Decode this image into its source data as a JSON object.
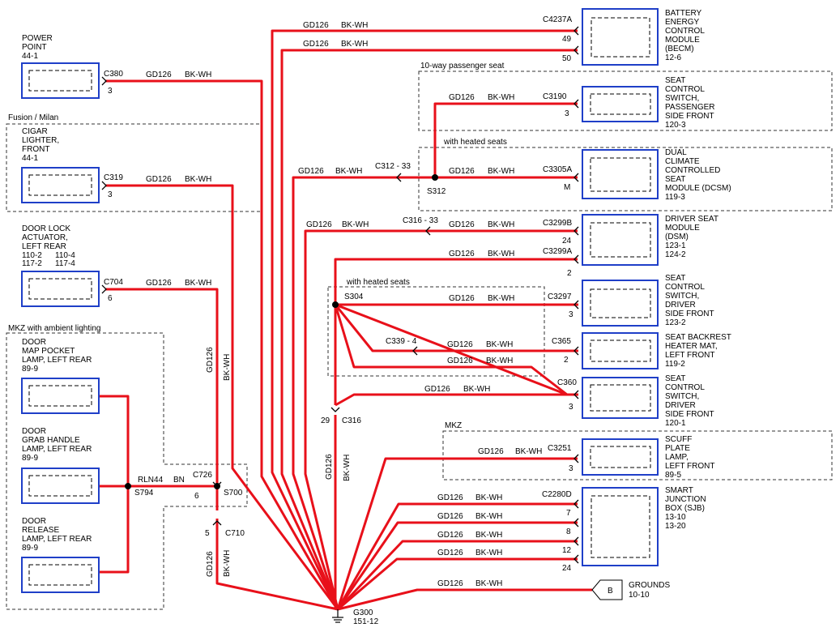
{
  "wires": {
    "gd": "GD126",
    "bkwh": "BK-WH",
    "rln": "RLN44",
    "bn": "BN"
  },
  "regions": {
    "passenger_seat": "10-way passenger seat",
    "heated_seats_1": "with heated seats",
    "fusion_milan": "Fusion / Milan",
    "heated_seats_2": "with heated seats",
    "mkz_ambient": "MKZ with ambient lighting",
    "mkz": "MKZ"
  },
  "left_components": {
    "power_point": {
      "l1": "POWER",
      "l2": "POINT",
      "ref": "44-1",
      "conn": "C380",
      "pin": "3"
    },
    "cigar_lighter": {
      "l1": "CIGAR",
      "l2": "LIGHTER,",
      "l3": "FRONT",
      "ref": "44-1",
      "conn": "C319",
      "pin": "3"
    },
    "door_lock": {
      "l1": "DOOR LOCK",
      "l2": "ACTUATOR,",
      "l3": "LEFT REAR",
      "ref1a": "110-2",
      "ref1b": "110-4",
      "ref2a": "117-2",
      "ref2b": "117-4",
      "conn": "C704",
      "pin": "6"
    },
    "map_pocket": {
      "l1": "DOOR",
      "l2": "MAP POCKET",
      "l3": "LAMP, LEFT REAR",
      "ref": "89-9"
    },
    "grab_handle": {
      "l1": "DOOR",
      "l2": "GRAB HANDLE",
      "l3": "LAMP, LEFT REAR",
      "ref": "89-9"
    },
    "release_lamp": {
      "l1": "DOOR",
      "l2": "RELEASE",
      "l3": "LAMP, LEFT REAR",
      "ref": "89-9"
    }
  },
  "right_components": {
    "becm": {
      "l1": "BATTERY",
      "l2": "ENERGY",
      "l3": "CONTROL",
      "l4": "MODULE",
      "l5": "(BECM)",
      "ref": "12-6",
      "conn": "C4237A",
      "pin1": "49",
      "pin2": "50"
    },
    "pass_switch": {
      "l1": "SEAT",
      "l2": "CONTROL",
      "l3": "SWITCH,",
      "l4": "PASSENGER",
      "l5": "SIDE FRONT",
      "ref": "120-3",
      "conn": "C3190",
      "pin": "3"
    },
    "dcsm": {
      "l1": "DUAL",
      "l2": "CLIMATE",
      "l3": "CONTROLLED",
      "l4": "SEAT",
      "l5": "MODULE (DCSM)",
      "ref": "119-3",
      "conn": "C3305A",
      "pin": "M"
    },
    "dsm": {
      "l1": "DRIVER SEAT",
      "l2": "MODULE",
      "l3": "(DSM)",
      "ref1": "123-1",
      "ref2": "124-2",
      "conn1": "C3299B",
      "pin1": "24",
      "conn2": "C3299A",
      "pin2": "2"
    },
    "drv_switch_a": {
      "l1": "SEAT",
      "l2": "CONTROL",
      "l3": "SWITCH,",
      "l4": "DRIVER",
      "l5": "SIDE FRONT",
      "ref": "123-2",
      "conn": "C3297",
      "pin": "3"
    },
    "heater_mat": {
      "l1": "SEAT BACKREST",
      "l2": "HEATER MAT,",
      "l3": "LEFT FRONT",
      "ref": "119-2",
      "conn": "C365",
      "pin": "2"
    },
    "drv_switch_b": {
      "l1": "SEAT",
      "l2": "CONTROL",
      "l3": "SWITCH,",
      "l4": "DRIVER",
      "l5": "SIDE FRONT",
      "ref": "120-1",
      "conn": "C360",
      "pin": "3"
    },
    "scuff": {
      "l1": "SCUFF",
      "l2": "PLATE",
      "l3": "LAMP,",
      "l4": "LEFT FRONT",
      "ref": "89-5",
      "conn": "C3251",
      "pin": "3"
    },
    "sjb": {
      "l1": "SMART",
      "l2": "JUNCTION",
      "l3": "BOX (SJB)",
      "ref1": "13-10",
      "ref2": "13-20",
      "conn": "C2280D",
      "pin1": "7",
      "pin2": "8",
      "pin3": "12",
      "pin4": "24"
    },
    "grounds": {
      "letter": "B",
      "l1": "GROUNDS",
      "ref": "10-10"
    }
  },
  "connectors": {
    "c312": "C312 - 33",
    "c316a": "C316 - 33",
    "c339": "C339 - 4",
    "c316b_pin": "29",
    "c316b": "C316",
    "c726": "C726",
    "c726_pin": "6",
    "c710_pin": "5",
    "c710": "C710"
  },
  "splices": {
    "s312": "S312",
    "s304": "S304",
    "s794": "S794",
    "s700": "S700"
  },
  "ground": {
    "name": "G300",
    "ref": "151-12"
  }
}
